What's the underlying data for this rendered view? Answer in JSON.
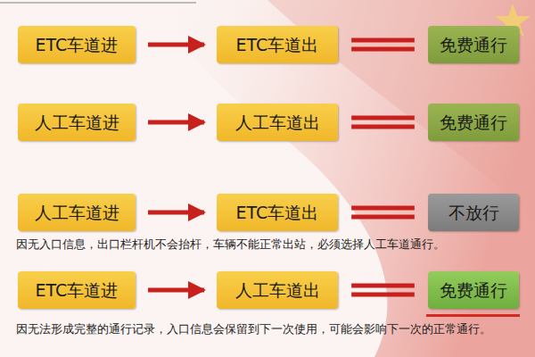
{
  "diagram": {
    "nodes": [
      {
        "text": [
          "ETC车道进"
        ]
      },
      {
        "text": [
          "ETC车道出"
        ]
      },
      {
        "text": [
          "免费通行"
        ]
      },
      {
        "text": [
          "人工车道进"
        ]
      },
      {
        "text": [
          "人工车道出"
        ]
      },
      {
        "text": [
          "免费通行"
        ]
      },
      {
        "text": [
          "人工车道进"
        ]
      },
      {
        "text": [
          "ETC车道出"
        ]
      },
      {
        "text": [
          "不放行"
        ]
      },
      {
        "text": [
          "ETC车道进"
        ]
      },
      {
        "text": [
          "人工车道出"
        ]
      },
      {
        "text": [
          "免费通行"
        ]
      }
    ],
    "edges": [
      {
        "from": 0,
        "to": 1,
        "arrow": "to"
      },
      {
        "from": 1,
        "to": 2,
        "arrow": "none"
      },
      {
        "from": 3,
        "to": 4,
        "arrow": "to"
      },
      {
        "from": 4,
        "to": 5,
        "arrow": "none"
      },
      {
        "from": 6,
        "to": 7,
        "arrow": "to"
      },
      {
        "from": 7,
        "to": 8,
        "arrow": "none"
      },
      {
        "from": 9,
        "to": 10,
        "arrow": "to"
      },
      {
        "from": 10,
        "to": 11,
        "arrow": "none"
      }
    ],
    "labels": [
      "因无入口信息，出口栏杆机不会抬杆，车辆不能正常出站，必须选择人工车道通行。",
      "因无法形成完整的通行记录，入口信息会保留到下一次使用，可能会影响下一次的正常通行。"
    ]
  }
}
